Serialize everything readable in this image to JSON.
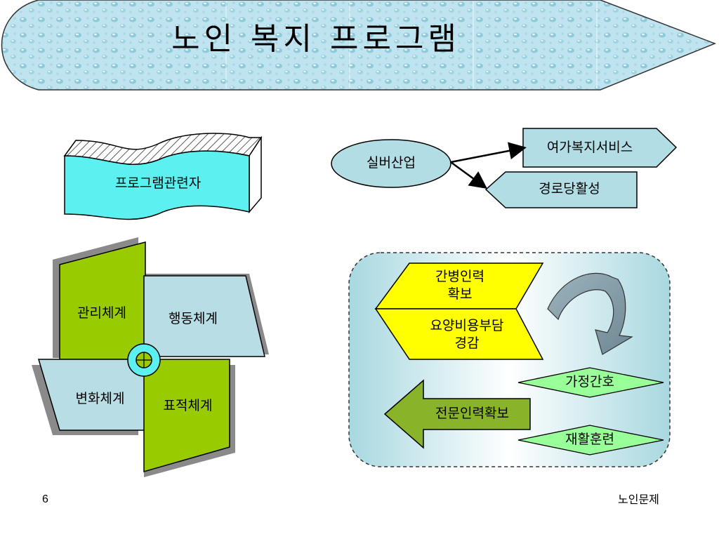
{
  "title": "노인 복지 프로그램",
  "program_box": {
    "label": "프로그램관련자"
  },
  "silver": {
    "center": "실버산업",
    "leisure": "여가복지서비스",
    "senior_center": "경로당활성"
  },
  "systems": {
    "management": "관리체계",
    "behavior": "행동체계",
    "change": "변화체계",
    "target": "표적체계"
  },
  "care": {
    "caregiver_line1": "간병인력",
    "caregiver_line2": "확보",
    "cost_line1": "요양비용부담",
    "cost_line2": "경감",
    "home_nursing": "가정간호",
    "professional": "전문인력확보",
    "rehab": "재활훈련"
  },
  "footer": {
    "page": "6",
    "right": "노인문제"
  },
  "colors": {
    "cyan": "#5CF0F0",
    "water": "#BDE3EE",
    "green": "#99CC00",
    "pale_blue": "#B8DDE4",
    "yellow": "#FFFF00",
    "light_green": "#99FF99",
    "olive_green": "#89B42A"
  }
}
